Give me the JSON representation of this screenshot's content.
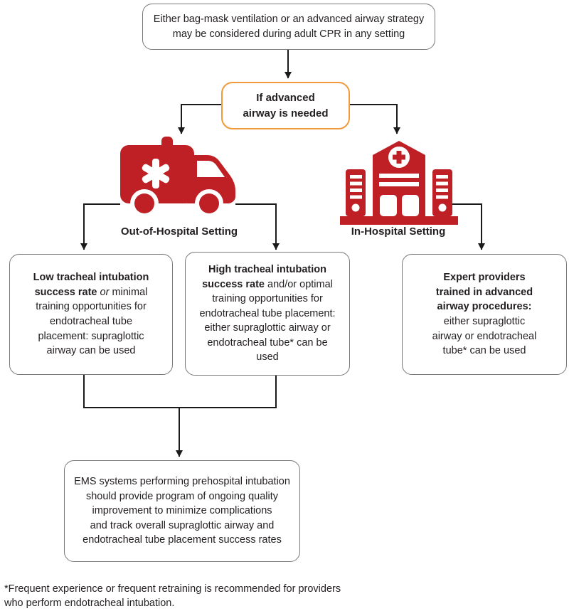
{
  "diagram": {
    "title_box": {
      "text": "Either bag-mask ventilation or an advanced airway strategy may be considered during adult CPR in any setting"
    },
    "decision_box": {
      "text": "If advanced airway is needed"
    },
    "branches": {
      "out_of_hospital": {
        "icon": "ambulance-icon",
        "label": "Out-of-Hospital Setting"
      },
      "in_hospital": {
        "icon": "hospital-icon",
        "label": "In-Hospital Setting"
      }
    },
    "outcome_boxes": {
      "low": {
        "bold": "Low tracheal intubation success rate",
        "italic": "or",
        "rest": "minimal training opportunities for endotracheal tube placement: supraglottic airway can be used"
      },
      "high": {
        "bold": "High tracheal intubation success rate",
        "rest": "and/or optimal training opportunities for endotracheal tube placement: either supraglottic airway or endotracheal tube* can be used"
      },
      "expert": {
        "bold": "Expert providers trained in advanced airway procedures:",
        "rest": "either supraglottic airway or endotracheal tube* can be used"
      }
    },
    "ems_box": {
      "lines": [
        "EMS systems performing prehospital intubation",
        "should provide program of ongoing quality",
        "improvement to minimize complications",
        "and track overall supraglottic airway and",
        "endotracheal tube placement success rates"
      ]
    },
    "footnote": {
      "text": "*Frequent experience or frequent retraining is recommended for providers who perform endotracheal intubation."
    },
    "colors": {
      "icon_red": "#BE2026",
      "decision_border_orange": "#F09A3C",
      "box_border_gray": "#77787B",
      "text": "#231F20",
      "connector_black": "#1A1A1A"
    }
  }
}
